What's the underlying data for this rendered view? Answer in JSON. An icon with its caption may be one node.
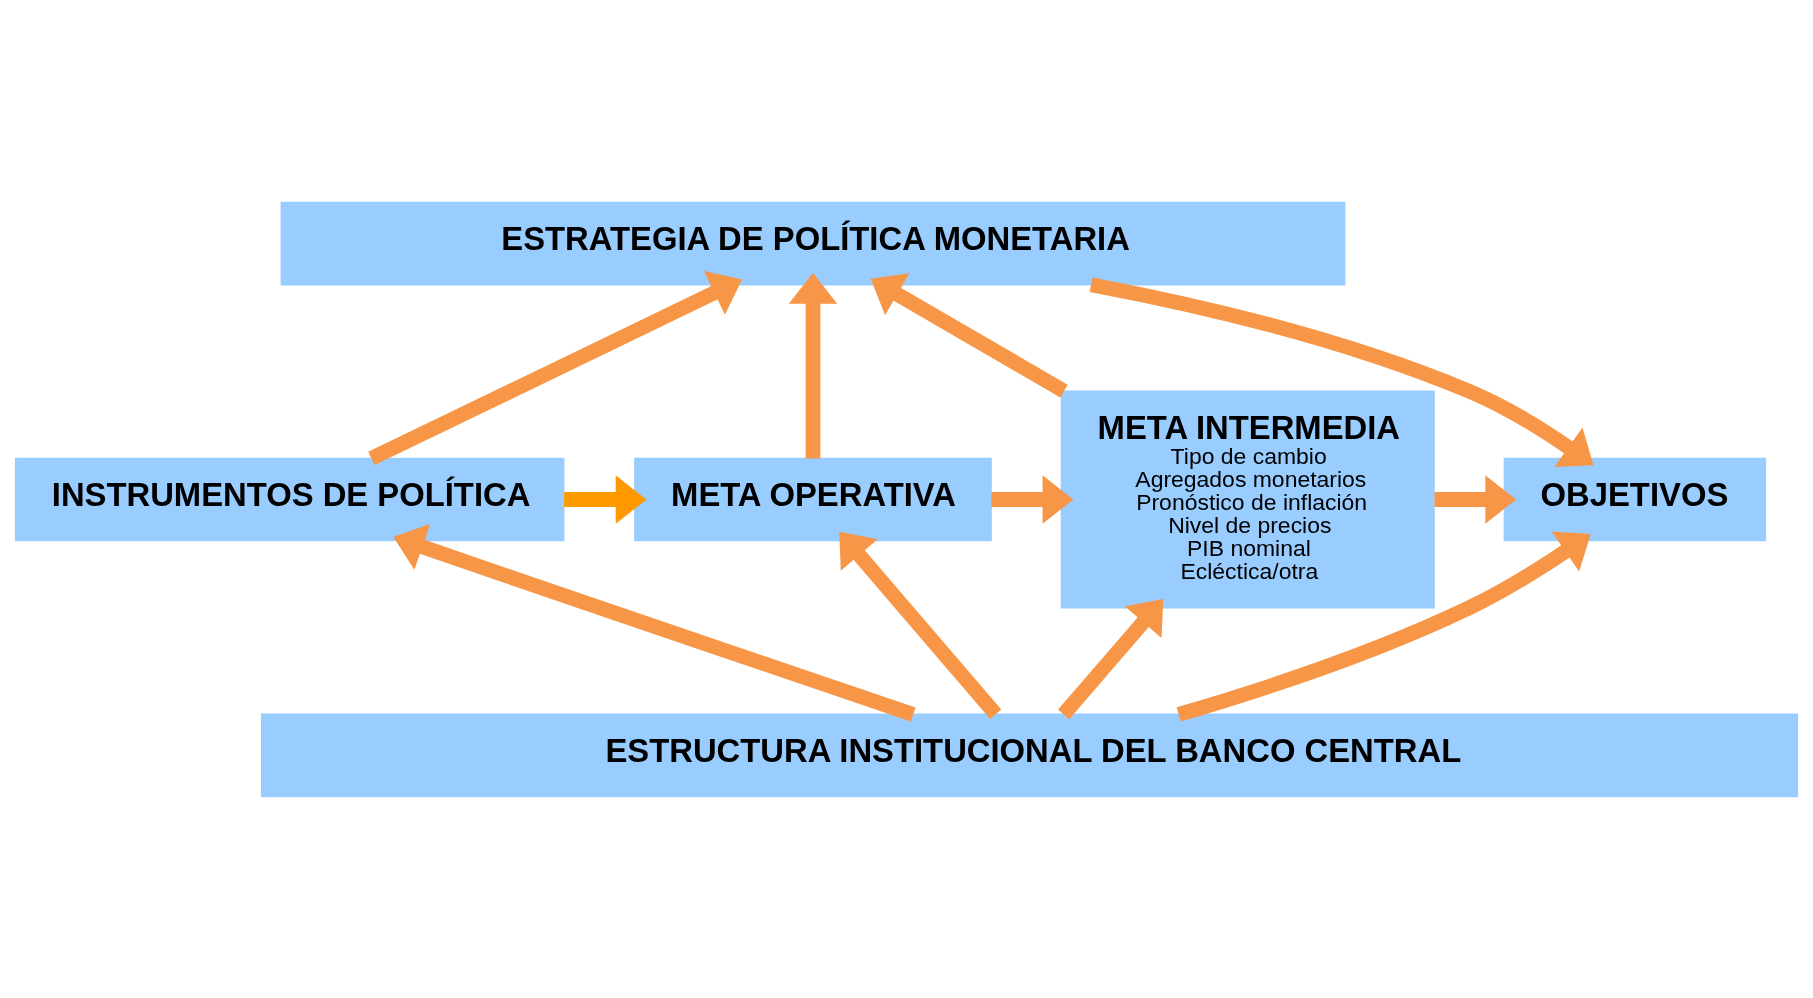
{
  "diagram": {
    "nodes": [
      {
        "text": [
          "ESTRATEGIA DE POLÍTICA MONETARIA"
        ]
      },
      {
        "text": [
          "INSTRUMENTOS DE POLÍTICA"
        ]
      },
      {
        "text": [
          "META OPERATIVA"
        ]
      },
      {
        "text": [
          "META INTERMEDIA",
          "Tipo de cambio",
          "Agregados monetarios",
          "Pronóstico de inflación",
          "Nivel de precios",
          "PIB nominal",
          "Ecléctica/otra"
        ]
      },
      {
        "text": [
          "OBJETIVOS"
        ]
      },
      {
        "text": [
          "ESTRUCTURA INSTITUCIONAL DEL BANCO CENTRAL"
        ]
      }
    ],
    "edges": [
      {
        "from": 1,
        "to": 0,
        "arrow": "to"
      },
      {
        "from": 2,
        "to": 0,
        "arrow": "to"
      },
      {
        "from": 3,
        "to": 0,
        "arrow": "to"
      },
      {
        "from": 0,
        "to": 4,
        "arrow": "to"
      },
      {
        "from": 1,
        "to": 2,
        "arrow": "to",
        "color": "#ff9900"
      },
      {
        "from": 2,
        "to": 3,
        "arrow": "to"
      },
      {
        "from": 3,
        "to": 4,
        "arrow": "to"
      },
      {
        "from": 5,
        "to": 1,
        "arrow": "to"
      },
      {
        "from": 5,
        "to": 2,
        "arrow": "to"
      },
      {
        "from": 5,
        "to": 3,
        "arrow": "to"
      },
      {
        "from": 5,
        "to": 4,
        "arrow": "to"
      }
    ]
  }
}
